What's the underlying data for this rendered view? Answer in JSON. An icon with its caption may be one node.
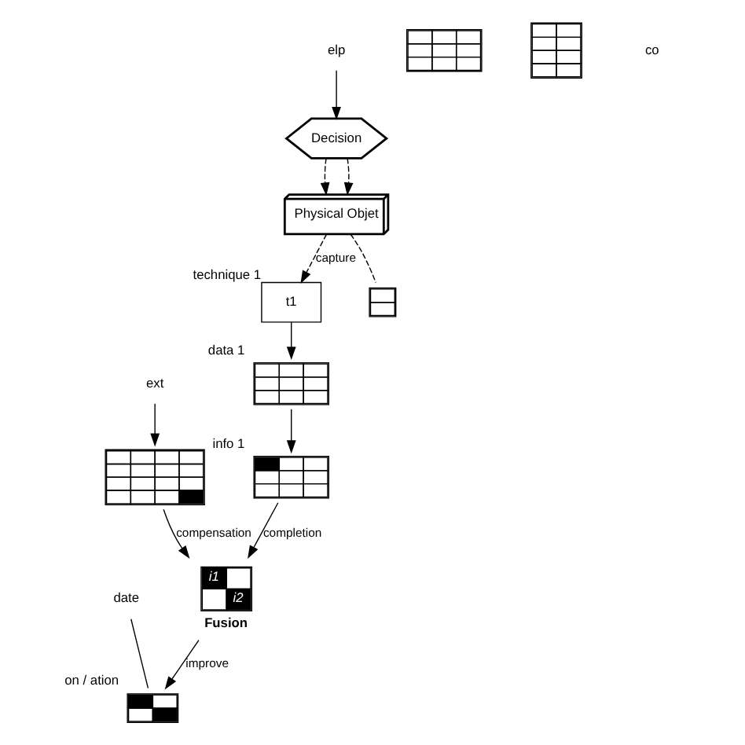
{
  "diagram": {
    "nodes": [
      {
        "text": [
          "Physical Objet"
        ]
      },
      {
        "text": [
          "Decision"
        ]
      },
      {
        "text": [
          "elp"
        ]
      },
      {
        "text": [
          "t1"
        ],
        "beside": [
          "technique 1"
        ]
      },
      {
        "text": [],
        "shape": "box"
      },
      {
        "text": [],
        "shape": "box"
      },
      {
        "text": [],
        "shape": "box",
        "beside": [
          "data 1"
        ]
      },
      {
        "text": [],
        "shape": "box"
      },
      {
        "text": [],
        "shape": "box",
        "beside": [
          "info 1"
        ]
      },
      {
        "text": [
          "ext"
        ]
      },
      {
        "text": [
          "date"
        ]
      },
      {
        "text": [],
        "shape": "box",
        "beside": [
          "on / ation"
        ]
      },
      {
        "text": [],
        "shape": "box"
      },
      {
        "text": [
          "i1",
          "i2"
        ],
        "beside": [
          "Fusion"
        ]
      }
    ],
    "edges": [
      {
        "from": 1,
        "to": 0,
        "arrow": "to",
        "style": "dashed"
      },
      {
        "from": 1,
        "to": 0,
        "arrow": "to",
        "style": "dashed"
      },
      {
        "from": 0,
        "to": 3,
        "arrow": "to",
        "style": "dashed",
        "label": "capture"
      },
      {
        "from": 0,
        "to": 4,
        "arrow": "none",
        "style": "dashed"
      },
      {
        "from": 2,
        "to": 1,
        "arrow": "to"
      },
      {
        "from": 3,
        "to": 6,
        "arrow": "to"
      },
      {
        "from": 6,
        "to": 8,
        "arrow": "to"
      },
      {
        "from": 9,
        "to": 12,
        "arrow": "to"
      },
      {
        "from": 8,
        "to": 13,
        "arrow": "to",
        "label": "completion"
      },
      {
        "from": 12,
        "to": 13,
        "arrow": "to",
        "label": "compensation"
      },
      {
        "from": 13,
        "to": 11,
        "arrow": "to",
        "label": "improve"
      },
      {
        "from": 10,
        "to": 11,
        "arrow": "none"
      }
    ],
    "labels": [
      "co"
    ]
  }
}
